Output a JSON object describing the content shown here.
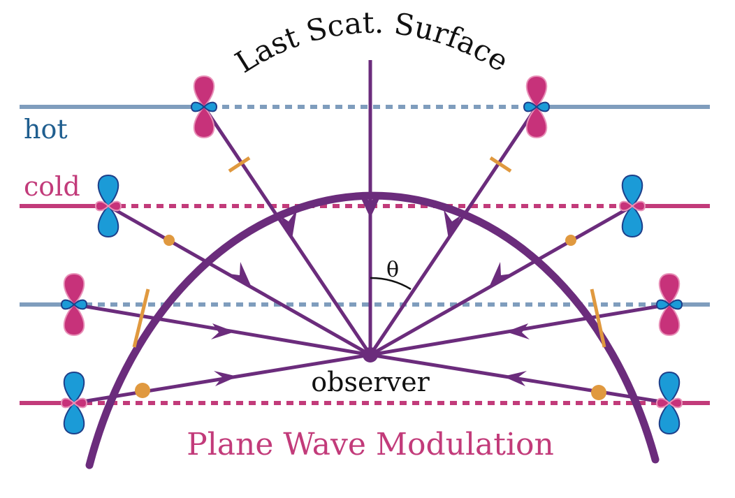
{
  "labels": {
    "surface": "Last Scat. Surface",
    "hot": "hot",
    "cold": "cold",
    "observer": "observer",
    "theta": "θ",
    "title": "Plane Wave Modulation"
  },
  "colors": {
    "purple": "#6b2c7c",
    "magenta": "#c23b7a",
    "blue_line": "#7f9dbd",
    "blue_text": "#1f5e8f",
    "lobe_pink": "#c7327a",
    "lobe_pink_edge": "#e891b8",
    "lobe_blue": "#1b9bd7",
    "lobe_blue_edge": "#1d3f8a",
    "marker_orange": "#e0993f"
  },
  "bands": [
    {
      "kind": "hot"
    },
    {
      "kind": "cold"
    },
    {
      "kind": "hot"
    },
    {
      "kind": "cold"
    }
  ]
}
